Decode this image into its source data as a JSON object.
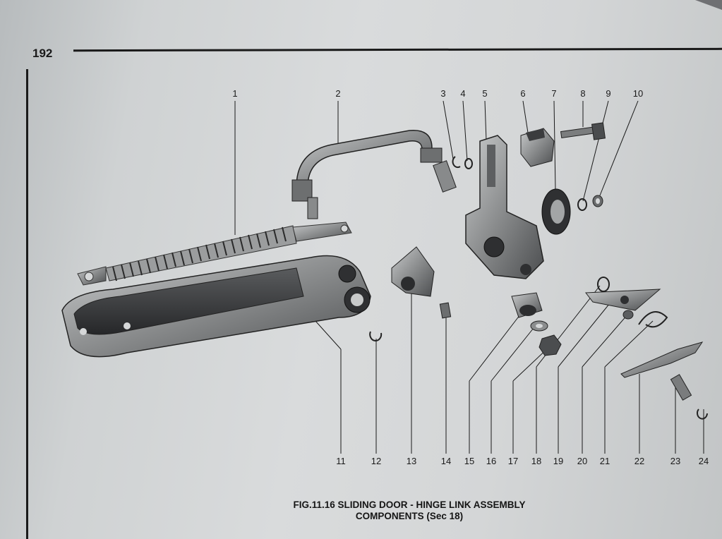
{
  "page_number": "192",
  "callouts": [
    "1",
    "2",
    "3",
    "4",
    "5",
    "6",
    "7",
    "8",
    "9",
    "10",
    "11",
    "12",
    "13",
    "14",
    "15",
    "16",
    "17",
    "18",
    "19",
    "20",
    "21",
    "22",
    "23",
    "24"
  ],
  "caption": {
    "line1": "FIG.11.16 SLIDING DOOR - HINGE LINK ASSEMBLY",
    "line2": "COMPONENTS (Sec 18)"
  },
  "colors": {
    "ink": "#1a1a1a",
    "paper": "#d6d8d9",
    "metal": "#8d8f90"
  }
}
